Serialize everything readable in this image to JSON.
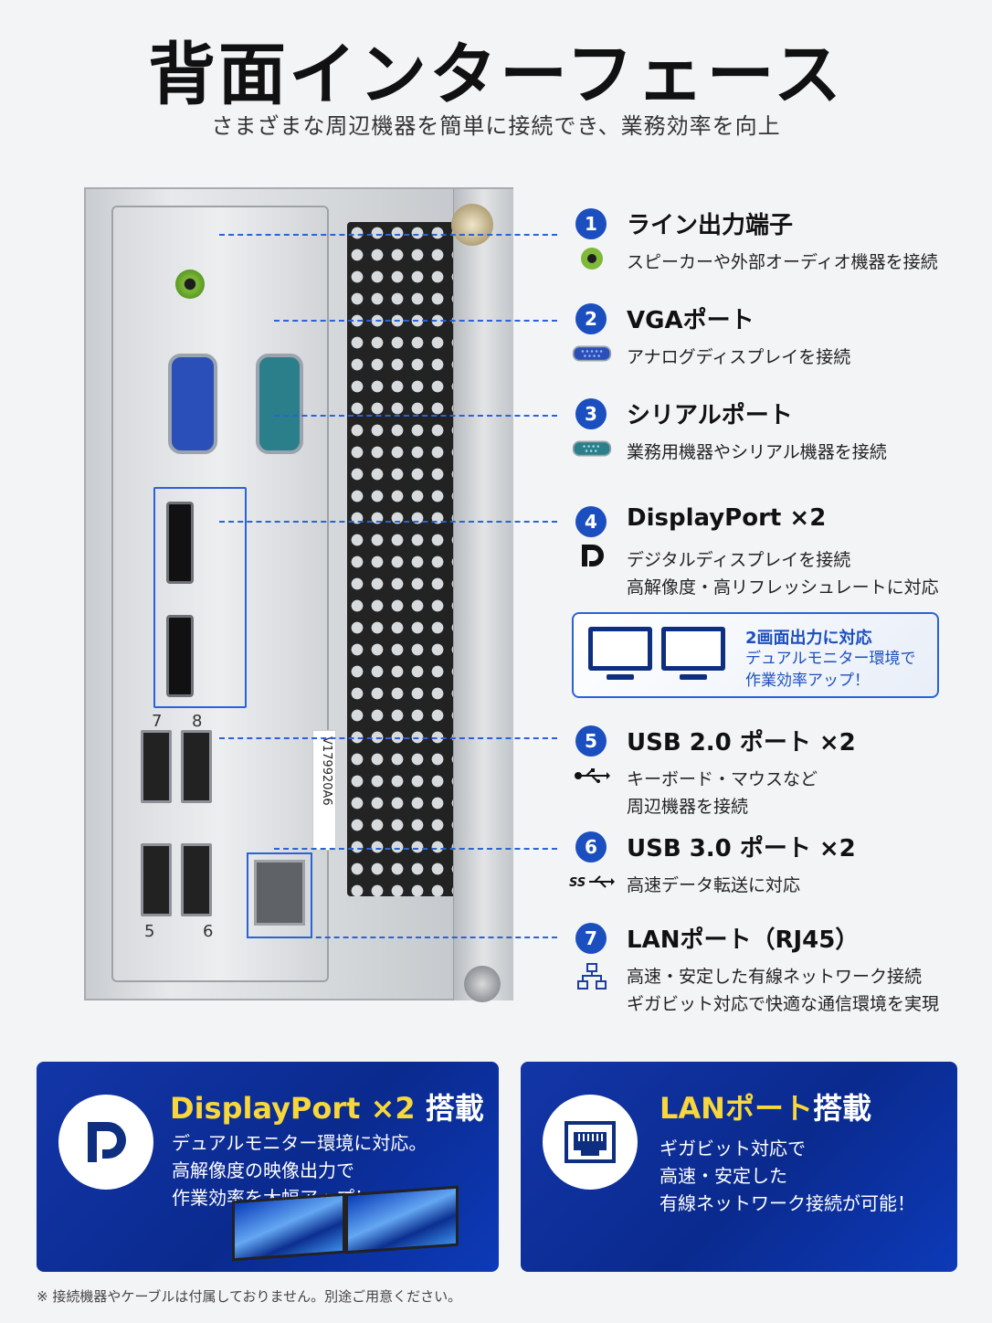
{
  "title": "背面インターフェース",
  "subtitle": "さまざまな周辺機器を簡単に接続でき、業務効率を向上",
  "ports_labels": {
    "p7": "7",
    "p8": "8",
    "p5": "5",
    "p6": "6",
    "sticker": "V179920A6"
  },
  "features": [
    {
      "num": "1",
      "title": "ライン出力端子",
      "desc": [
        "スピーカーや外部オーディオ機器を接続"
      ],
      "icon": "audio-jack-icon"
    },
    {
      "num": "2",
      "title": "VGAポート",
      "desc": [
        "アナログディスプレイを接続"
      ],
      "icon": "vga-icon"
    },
    {
      "num": "3",
      "title": "シリアルポート",
      "desc": [
        "業務用機器やシリアル機器を接続"
      ],
      "icon": "serial-icon"
    },
    {
      "num": "4",
      "title": "DisplayPort ×2",
      "desc": [
        "デジタルディスプレイを接続",
        "高解像度・高リフレッシュレートに対応"
      ],
      "icon": "displayport-icon"
    },
    {
      "num": "5",
      "title": "USB 2.0 ポート ×2",
      "desc": [
        "キーボード・マウスなど",
        "周辺機器を接続"
      ],
      "icon": "usb-icon"
    },
    {
      "num": "6",
      "title": "USB 3.0 ポート ×2",
      "desc": [
        "高速データ転送に対応"
      ],
      "icon": "usb3-icon"
    },
    {
      "num": "7",
      "title": "LANポート（RJ45）",
      "desc": [
        "高速・安定した有線ネットワーク接続",
        "ギガビット対応で快適な通信環境を実現"
      ],
      "icon": "network-icon"
    }
  ],
  "dual": {
    "title": "2画面出力に対応",
    "line1": "デュアルモニター環境で",
    "line2": "作業効率アップ！"
  },
  "card_dp": {
    "title_hl": "DisplayPort ×2",
    "title_rest": " 搭載",
    "line1": "デュアルモニター環境に対応。",
    "line2": "高解像度の映像出力で",
    "line3": "作業効率を大幅アップ！"
  },
  "card_lan": {
    "title_hl": "LANポート",
    "title_rest": "搭載",
    "line1": "ギガビット対応で",
    "line2": "高速・安定した",
    "line3": "有線ネットワーク接続が可能！"
  },
  "footnote": "※ 接続機器やケーブルは付属しておりません。別途ご用意ください。",
  "colors": {
    "accent": "#1b4fbf",
    "highlight": "#f7d73c",
    "card_bg": "#0a2a8e"
  }
}
